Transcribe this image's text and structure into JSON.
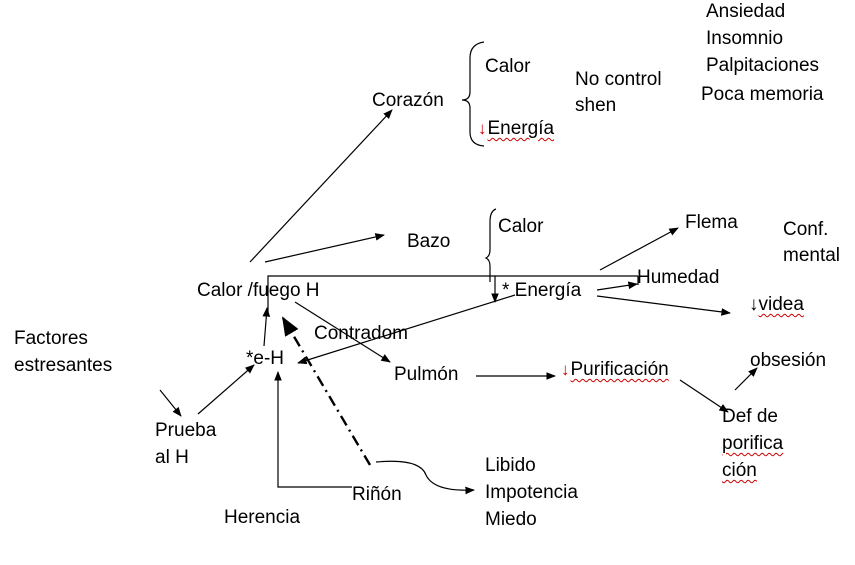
{
  "nodes": {
    "corazon": "Corazón",
    "corazon_calor": "Calor",
    "corazon_energia": "Energía",
    "no_control": "No control",
    "shen": "shen",
    "ansiedad": "Ansiedad",
    "insomnio": "Insomnio",
    "palpitaciones": "Palpitaciones",
    "poca_memoria": "Poca memoria",
    "bazo": "Bazo",
    "bazo_calor": "Calor",
    "energia": "* Energía",
    "flema": "Flema",
    "conf": "Conf.",
    "mental": "mental",
    "humedad": "Humedad",
    "videa": "videa",
    "calor_fuego": "Calor /fuego H",
    "contradom": "Contradom",
    "factores": "Factores",
    "estresantes": "estresantes",
    "eh": "*e-H",
    "pulmon": "Pulmón",
    "purificacion": "Purificación",
    "obsesion": "obsesión",
    "def_de": "Def de",
    "porifica": "porifica",
    "cion": "ción",
    "prueba": "Prueba",
    "al_h": "al H",
    "libido": "Libido",
    "impotencia": "Impotencia",
    "miedo": "Miedo",
    "rinon": "Riñón",
    "herencia": "Herencia"
  },
  "symbols": {
    "down_arrow": "↓"
  },
  "colors": {
    "text": "#000000",
    "line": "#000000",
    "squiggle": "#cc0000"
  }
}
